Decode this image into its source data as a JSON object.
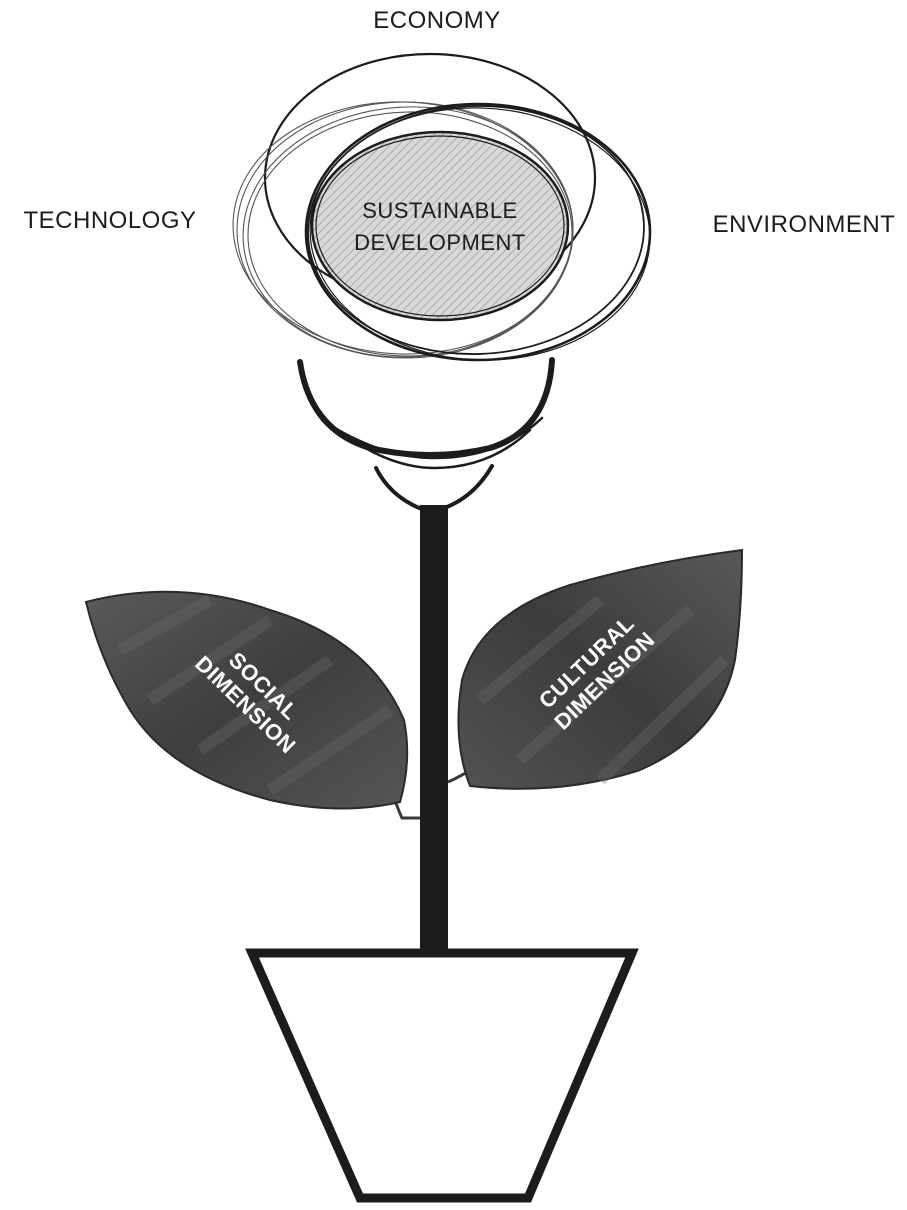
{
  "labels": {
    "top": "ECONOMY",
    "left": "TECHNOLOGY",
    "right": "ENVIRONMENT"
  },
  "center": {
    "line1": "SUSTAINABLE",
    "line2": "DEVELOPMENT"
  },
  "leaves": {
    "left": {
      "line1": "SOCIAL",
      "line2": "DIMENSION"
    },
    "right": {
      "line1": "CULTURAL",
      "line2": "DIMENSION"
    }
  },
  "colors": {
    "ink": "#1c1c1c",
    "leaf": "#4a4a4a",
    "center_fill": "#d2d2d2",
    "background": "#ffffff"
  }
}
